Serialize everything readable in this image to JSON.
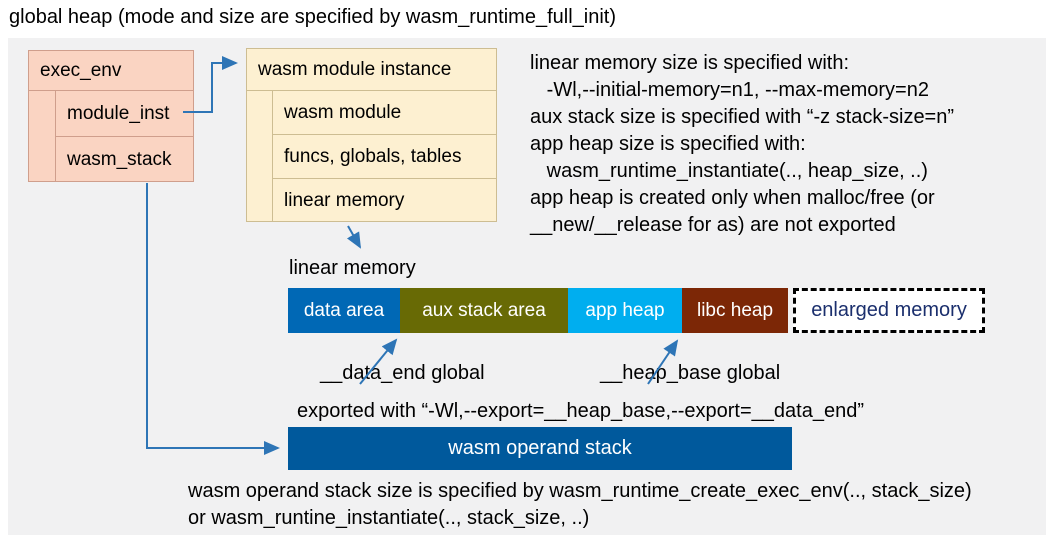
{
  "title": "global heap (mode and size are specified by wasm_runtime_full_init)",
  "colors": {
    "panel_bg": "#f1f1f2",
    "arrow": "#2e75b6",
    "exec_env_fill": "#fad4c2",
    "instance_fill": "#fdf0d1",
    "operand_fill": "#00599c"
  },
  "exec_env": {
    "title": "exec_env",
    "fields": [
      "module_inst",
      "wasm_stack"
    ]
  },
  "module_instance": {
    "title": "wasm module instance",
    "fields": [
      "wasm module",
      "funcs, globals, tables",
      "linear memory"
    ]
  },
  "notes": {
    "lines": [
      "linear memory size is specified with:",
      "   -Wl,--initial-memory=n1, --max-memory=n2",
      "aux stack size is specified with “-z stack-size=n”",
      "app heap size is specified with:",
      "   wasm_runtime_instantiate(.., heap_size, ..)",
      "app heap is created only when malloc/free (or",
      "__new/__release for as) are not exported"
    ]
  },
  "linear_memory": {
    "label": "linear memory",
    "segments": [
      {
        "label": "data area",
        "fill": "#0068b5",
        "text": "#ffffff"
      },
      {
        "label": "aux stack area",
        "fill": "#686a05",
        "text": "#ffffff"
      },
      {
        "label": "app heap",
        "fill": "#00aeef",
        "text": "#ffffff"
      },
      {
        "label": "libc heap",
        "fill": "#7c2706",
        "text": "#ffffff"
      },
      {
        "label": "enlarged memory",
        "fill": "#ffffff",
        "text": "#1b2f6d"
      }
    ]
  },
  "globals": {
    "data_end_label": "__data_end global",
    "heap_base_label": "__heap_base global",
    "export_line": "exported with “-Wl,--export=__heap_base,--export=__data_end”"
  },
  "operand_stack": {
    "label": "wasm operand stack"
  },
  "footer": {
    "lines": [
      "wasm operand stack size is specified by wasm_runtime_create_exec_env(.., stack_size)",
      "or wasm_runtine_instantiate(.., stack_size, ..)"
    ]
  }
}
